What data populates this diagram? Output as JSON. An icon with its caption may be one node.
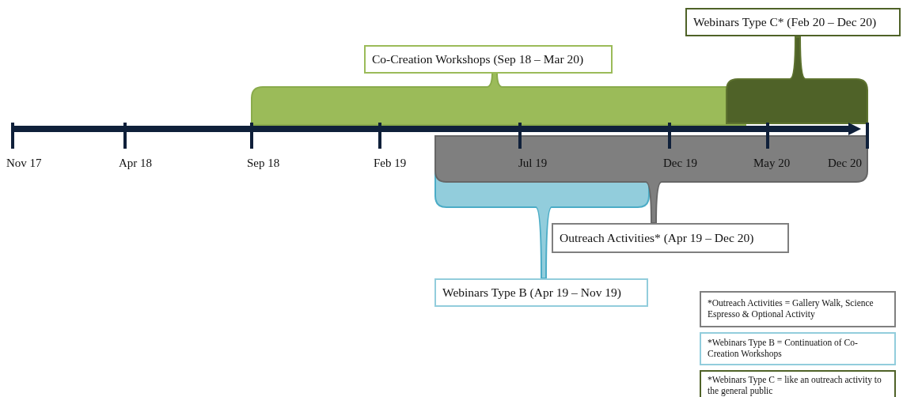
{
  "diagram": {
    "nodes": [
      {
        "text": [
          "Webinars Type C* (Feb 20 – Dec 20)"
        ]
      },
      {
        "text": [
          "Co-Creation Workshops (Sep 18 – Mar 20)"
        ]
      },
      {
        "text": [
          "Outreach Activities* (Apr 19 – Dec 20)"
        ]
      },
      {
        "text": [
          "Webinars Type B (Apr 19 – Nov 19)"
        ]
      },
      {
        "text": [
          "*Outreach Activities = Gallery Walk, Science Espresso & Optional Activity"
        ]
      },
      {
        "text": [
          "*Webinars Type B = Continuation of Co-Creation Workshops"
        ]
      },
      {
        "text": [
          "*Webinars Type C = like an outreach activity to the general public"
        ]
      }
    ],
    "labels": [
      "Nov 17",
      "Apr 18",
      "Sep 18",
      "Feb 19",
      "Jul 19",
      "Dec 19",
      "May 20",
      "Dec 20"
    ]
  }
}
